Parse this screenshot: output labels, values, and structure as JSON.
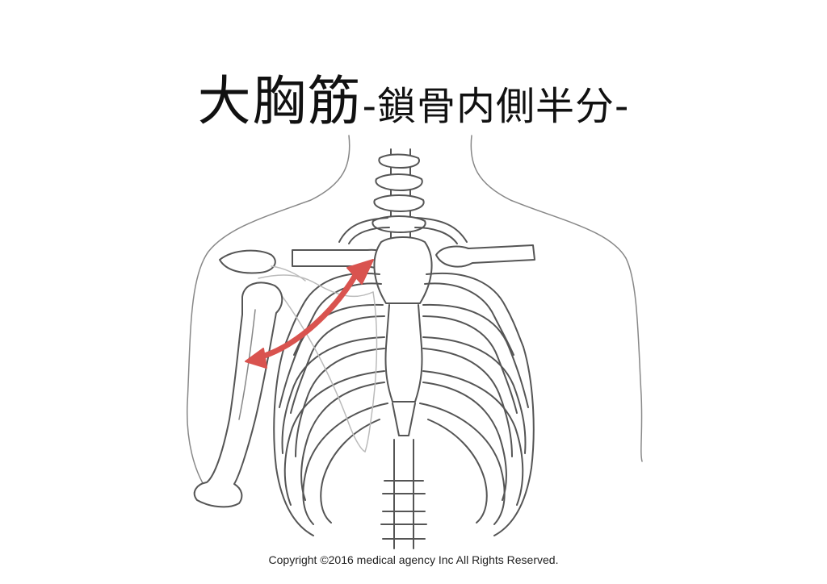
{
  "title": {
    "main": "大胸筋",
    "sub": "-鎖骨内側半分-"
  },
  "copyright": "Copyright ©2016 medical agency Inc All Rights Reserved.",
  "colors": {
    "background": "#ffffff",
    "outline": "#555555",
    "muscle_arrow": "#d9534f"
  },
  "figure": {
    "subject": "anterior thorax skeleton",
    "highlight": "pectoralis-major-clavicular-head",
    "arrow_direction": "from-medial-clavicle-to-humerus"
  }
}
